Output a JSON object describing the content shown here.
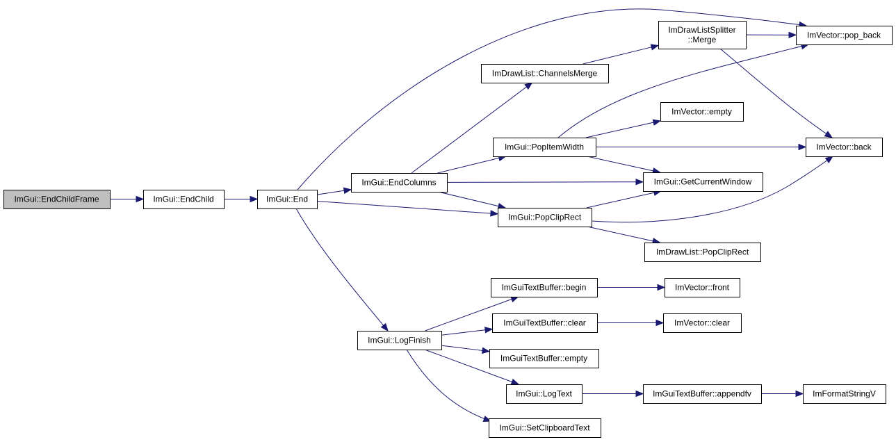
{
  "graph": {
    "nodes": [
      {
        "id": "endchildframe",
        "lines": [
          "ImGui::EndChildFrame"
        ],
        "root": true
      },
      {
        "id": "endchild",
        "lines": [
          "ImGui::EndChild"
        ]
      },
      {
        "id": "end",
        "lines": [
          "ImGui::End"
        ]
      },
      {
        "id": "endcolumns",
        "lines": [
          "ImGui::EndColumns"
        ]
      },
      {
        "id": "logfinish",
        "lines": [
          "ImGui::LogFinish"
        ]
      },
      {
        "id": "channelsmerge",
        "lines": [
          "ImDrawList::ChannelsMerge"
        ]
      },
      {
        "id": "splittermerge",
        "lines": [
          "ImDrawListSplitter",
          "::Merge"
        ]
      },
      {
        "id": "popitemwidth",
        "lines": [
          "ImGui::PopItemWidth"
        ]
      },
      {
        "id": "popcliprect",
        "lines": [
          "ImGui::PopClipRect"
        ]
      },
      {
        "id": "vecpopback",
        "lines": [
          "ImVector::pop_back"
        ]
      },
      {
        "id": "vecempty",
        "lines": [
          "ImVector::empty"
        ]
      },
      {
        "id": "vecback",
        "lines": [
          "ImVector::back"
        ]
      },
      {
        "id": "getcurrentwindow",
        "lines": [
          "ImGui::GetCurrentWindow"
        ]
      },
      {
        "id": "dlpopcliprect",
        "lines": [
          "ImDrawList::PopClipRect"
        ]
      },
      {
        "id": "tbbegin",
        "lines": [
          "ImGuiTextBuffer::begin"
        ]
      },
      {
        "id": "vecfront",
        "lines": [
          "ImVector::front"
        ]
      },
      {
        "id": "tbclear",
        "lines": [
          "ImGuiTextBuffer::clear"
        ]
      },
      {
        "id": "vecclear",
        "lines": [
          "ImVector::clear"
        ]
      },
      {
        "id": "tbempty",
        "lines": [
          "ImGuiTextBuffer::empty"
        ]
      },
      {
        "id": "logtext",
        "lines": [
          "ImGui::LogText"
        ]
      },
      {
        "id": "tbappendfv",
        "lines": [
          "ImGuiTextBuffer::appendfv"
        ]
      },
      {
        "id": "formatstringv",
        "lines": [
          "ImFormatStringV"
        ]
      },
      {
        "id": "setclipboardtext",
        "lines": [
          "ImGui::SetClipboardText"
        ]
      }
    ],
    "edges": [
      {
        "from": "endchildframe",
        "to": "endchild"
      },
      {
        "from": "endchild",
        "to": "end"
      },
      {
        "from": "end",
        "to": "endcolumns"
      },
      {
        "from": "end",
        "to": "popcliprect"
      },
      {
        "from": "end",
        "to": "logfinish"
      },
      {
        "from": "end",
        "to": "vecpopback"
      },
      {
        "from": "endcolumns",
        "to": "channelsmerge"
      },
      {
        "from": "endcolumns",
        "to": "popitemwidth"
      },
      {
        "from": "endcolumns",
        "to": "getcurrentwindow"
      },
      {
        "from": "endcolumns",
        "to": "popcliprect"
      },
      {
        "from": "channelsmerge",
        "to": "splittermerge"
      },
      {
        "from": "splittermerge",
        "to": "vecpopback"
      },
      {
        "from": "splittermerge",
        "to": "vecback"
      },
      {
        "from": "popitemwidth",
        "to": "vecpopback"
      },
      {
        "from": "popitemwidth",
        "to": "vecempty"
      },
      {
        "from": "popitemwidth",
        "to": "vecback"
      },
      {
        "from": "popitemwidth",
        "to": "getcurrentwindow"
      },
      {
        "from": "popcliprect",
        "to": "getcurrentwindow"
      },
      {
        "from": "popcliprect",
        "to": "vecback"
      },
      {
        "from": "popcliprect",
        "to": "dlpopcliprect"
      },
      {
        "from": "logfinish",
        "to": "tbbegin"
      },
      {
        "from": "logfinish",
        "to": "tbclear"
      },
      {
        "from": "logfinish",
        "to": "tbempty"
      },
      {
        "from": "logfinish",
        "to": "logtext"
      },
      {
        "from": "logfinish",
        "to": "setclipboardtext"
      },
      {
        "from": "tbbegin",
        "to": "vecfront"
      },
      {
        "from": "tbclear",
        "to": "vecclear"
      },
      {
        "from": "logtext",
        "to": "tbappendfv"
      },
      {
        "from": "tbappendfv",
        "to": "formatstringv"
      }
    ]
  }
}
